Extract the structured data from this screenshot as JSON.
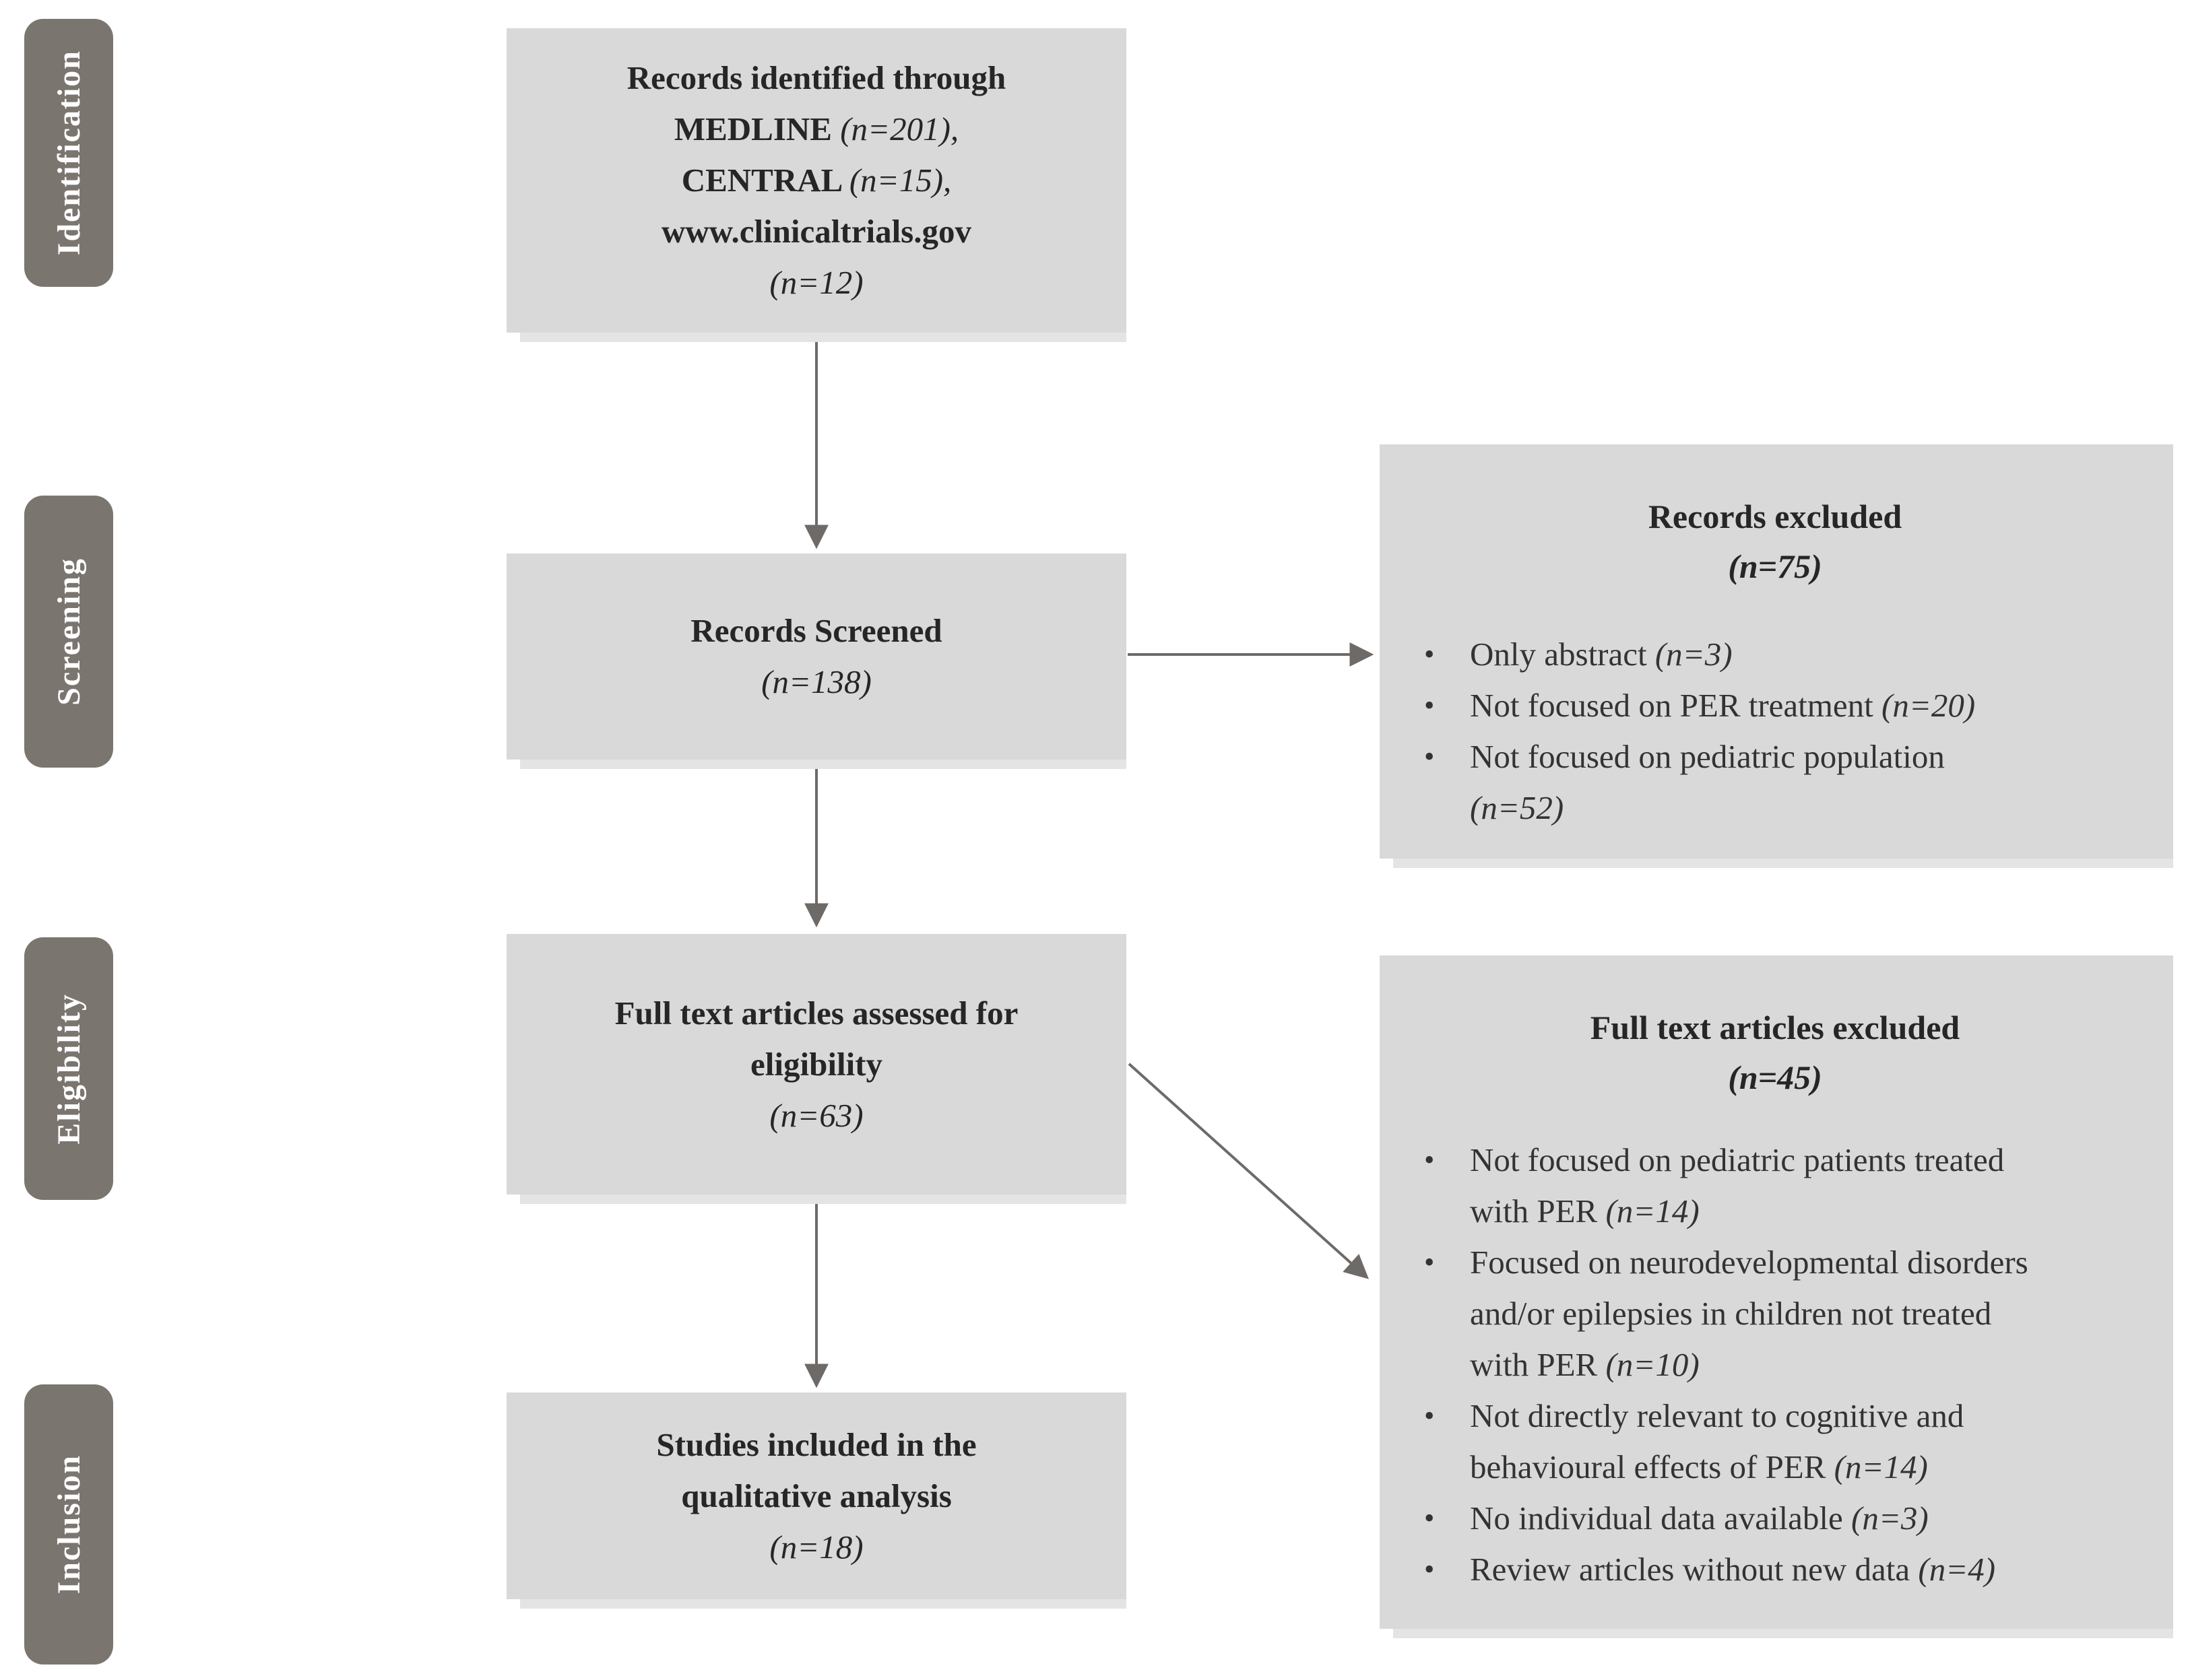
{
  "stages": [
    {
      "label": "Identification"
    },
    {
      "label": "Screening"
    },
    {
      "label": "Eligibility"
    },
    {
      "label": "Inclusion"
    }
  ],
  "boxes": {
    "identification": {
      "line1": "Records identified through",
      "source1": "MEDLINE ",
      "n1": "(n=201),",
      "source2": "CENTRAL ",
      "n2": "(n=15),",
      "source3": "www.clinicaltrials.gov",
      "n3": "(n=12)"
    },
    "screening": {
      "title": "Records Screened",
      "n": "(n=138)"
    },
    "eligibility": {
      "line1": "Full text articles assessed for",
      "line2": "eligibility",
      "n": "(n=63)"
    },
    "inclusion": {
      "line1": "Studies included in the",
      "line2": "qualitative analysis",
      "n": "(n=18)"
    }
  },
  "exclusions": [
    {
      "title": "Records excluded",
      "n": "(n=75)",
      "bullets": [
        {
          "text": "Only abstract ",
          "n": "(n=3)"
        },
        {
          "text": "Not focused on PER treatment ",
          "n": "(n=20)"
        },
        {
          "text": "Not focused on pediatric population ",
          "n": "(n=52)"
        }
      ]
    },
    {
      "title": "Full text articles excluded",
      "n": "(n=45)",
      "bullets": [
        {
          "text": "Not focused on pediatric patients treated with PER ",
          "n": "(n=14)"
        },
        {
          "text": "Focused on neurodevelopmental disorders and/or epilepsies in children not treated with PER ",
          "n": "(n=10)"
        },
        {
          "text": "Not directly relevant to cognitive and behavioural effects of PER ",
          "n": "(n=14)"
        },
        {
          "text": "No individual data available ",
          "n": "(n=3)"
        },
        {
          "text": "Review articles without new data ",
          "n": "(n=4)"
        }
      ]
    }
  ],
  "colors": {
    "background": "#ffffff",
    "box_fill": "#d9d9d9",
    "stage_fill": "#7b7570",
    "arrow": "#6e6a68",
    "heading_text": "#262626",
    "body_text": "#333333",
    "shadow": "#e4e4e4"
  }
}
